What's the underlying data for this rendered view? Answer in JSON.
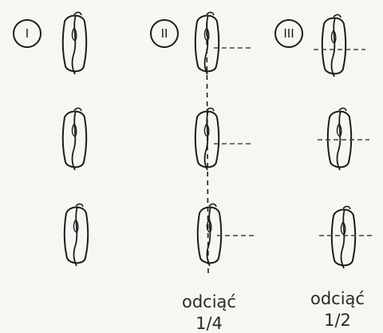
{
  "groups": [
    {
      "id": "I",
      "label": "I",
      "caption": "",
      "fraction": ""
    },
    {
      "id": "II",
      "label": "II",
      "caption": "odciąć",
      "fraction": "1/4"
    },
    {
      "id": "III",
      "label": "III",
      "caption": "odciąć",
      "fraction": "1/2"
    }
  ],
  "colors": {
    "ink": "#1c1c1c",
    "paper": "#f7f6f3",
    "dash": "#444444"
  }
}
